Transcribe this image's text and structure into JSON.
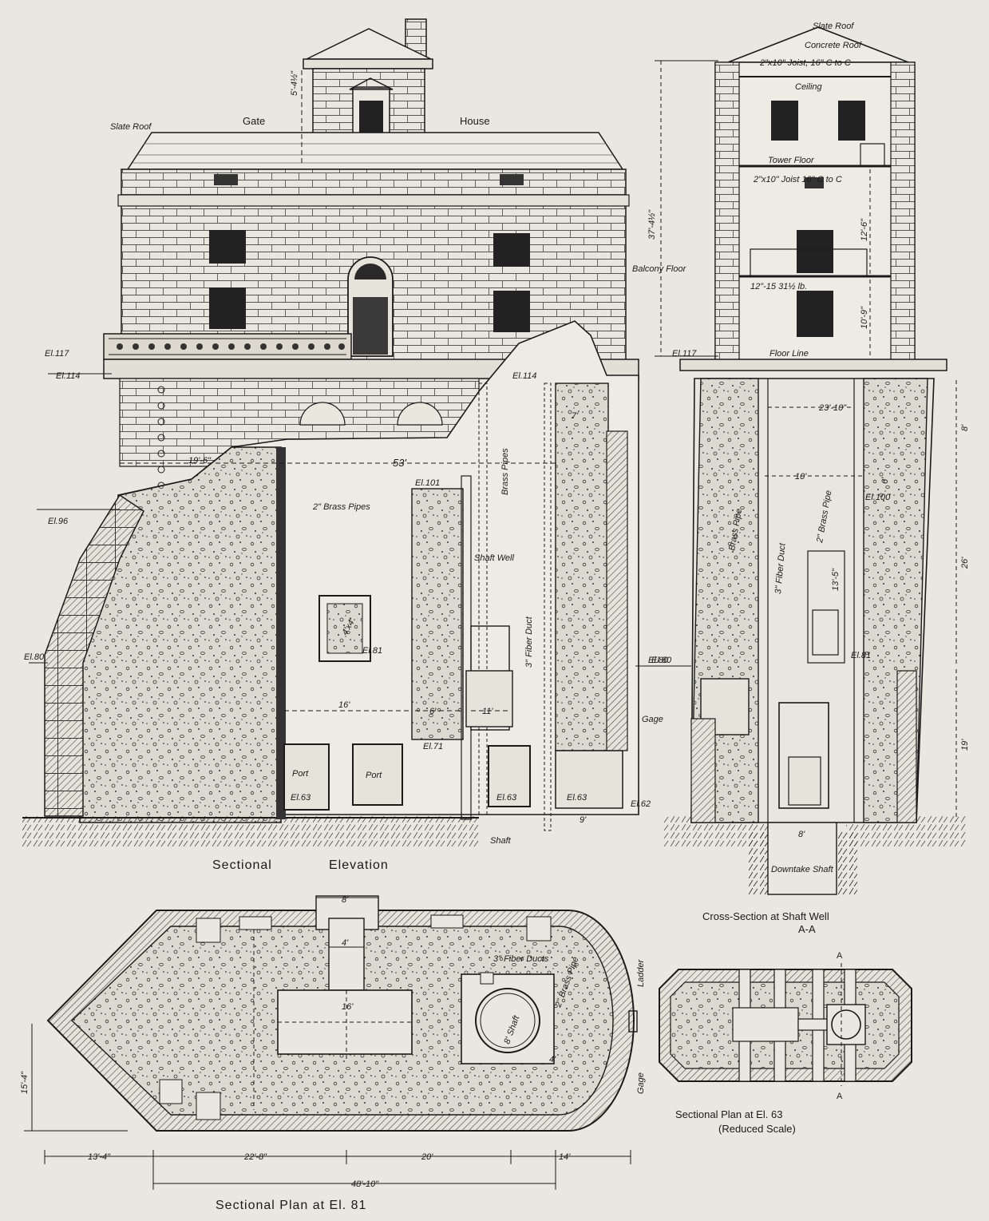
{
  "colors": {
    "paper": "#e9e7e0",
    "ink": "#1a1a1a",
    "concrete": "#d8d5cc",
    "hatch": "#6a6a6a"
  },
  "elevation": {
    "labels": {
      "slate_roof": "Slate Roof",
      "gate": "Gate",
      "house": "House",
      "height_5_45": "5'-4½\"",
      "el117": "El.117",
      "el114": "El.114",
      "el96": "El.96",
      "el80": "El.80",
      "dim_19_6": "19'-6\"",
      "dim_53": "53'",
      "brass_pipes_2": "2\" Brass Pipes",
      "el101": "El.101",
      "brass_pipes": "Brass Pipes",
      "shaft_well": "Shaft Well",
      "fiber_duct": "3\" Fiber Duct",
      "el114b": "El.114",
      "dim_4x4": "4'x4'",
      "el81": "El.81",
      "dim_16": "16'",
      "dim_6": "6'",
      "dim_11": "11'",
      "el71": "El.71",
      "port1": "Port",
      "port2": "Port",
      "el63a": "El.63",
      "el63b": "El.63",
      "el63c": "El.63",
      "el62": "El.62",
      "dim_9": "9'",
      "dim_7": "7'",
      "gage": "Gage",
      "shaft": "Shaft",
      "el80b": "El.80"
    },
    "caption_a": "Sectional",
    "caption_b": "Elevation"
  },
  "cross_section": {
    "labels": {
      "slate_roof": "Slate Roof",
      "concrete_roof": "Concrete Roof",
      "joist_top": "2\"x10\" Joist, 16\" C to C",
      "ceiling": "Ceiling",
      "tower_floor": "Tower Floor",
      "joist_mid": "2\"x10\" Joist 16\" C to C",
      "balcony_floor": "Balcony Floor",
      "rail": "12\"-15 31½ lb.",
      "el117": "El.117",
      "floor_line": "Floor Line",
      "height_37": "37'-4½\"",
      "dim_12_6": "12'-6\"",
      "dim_10_9": "10'-9\"",
      "dim_23_10": "23'-10\"",
      "dim_8": "8'",
      "dim_10": "10'",
      "dim_6": "6'",
      "el100": "El.100",
      "brass_pipe_a": "Brass Pipe",
      "fiber_duct": "3\" Fiber Duct",
      "brass_pipe_b": "2\" Brass Pipe",
      "dim_13_5": "13'-5\"",
      "dim_26": "26'",
      "el80": "El.80",
      "el81": "El.81",
      "dim_19": "19'",
      "dim_8b": "8'",
      "downtake": "Downtake Shaft"
    },
    "caption_a": "Cross-Section at Shaft Well",
    "caption_b": "A-A"
  },
  "plan81": {
    "labels": {
      "dim_8": "8'",
      "dim_4": "4'",
      "dim_16": "16'",
      "fiber_ducts": "3\" Fiber Ducts",
      "shaft": "8' Shaft",
      "brass_pipe": "2\" Brass Pipe",
      "dim_4b": "4'",
      "ladder": "Ladder",
      "gage": "Gage",
      "dim_15_4": "15'-4\"",
      "dim_13_4": "13'-4\"",
      "dim_22_8": "22'-8\"",
      "dim_20": "20'",
      "dim_14": "14'",
      "dim_48_10": "48'-10\""
    },
    "caption": "Sectional  Plan  at  El.  81"
  },
  "plan63": {
    "labels": {
      "a_top": "A",
      "a_bottom": "A"
    },
    "caption_a": "Sectional Plan at El. 63",
    "caption_b": "(Reduced Scale)"
  }
}
